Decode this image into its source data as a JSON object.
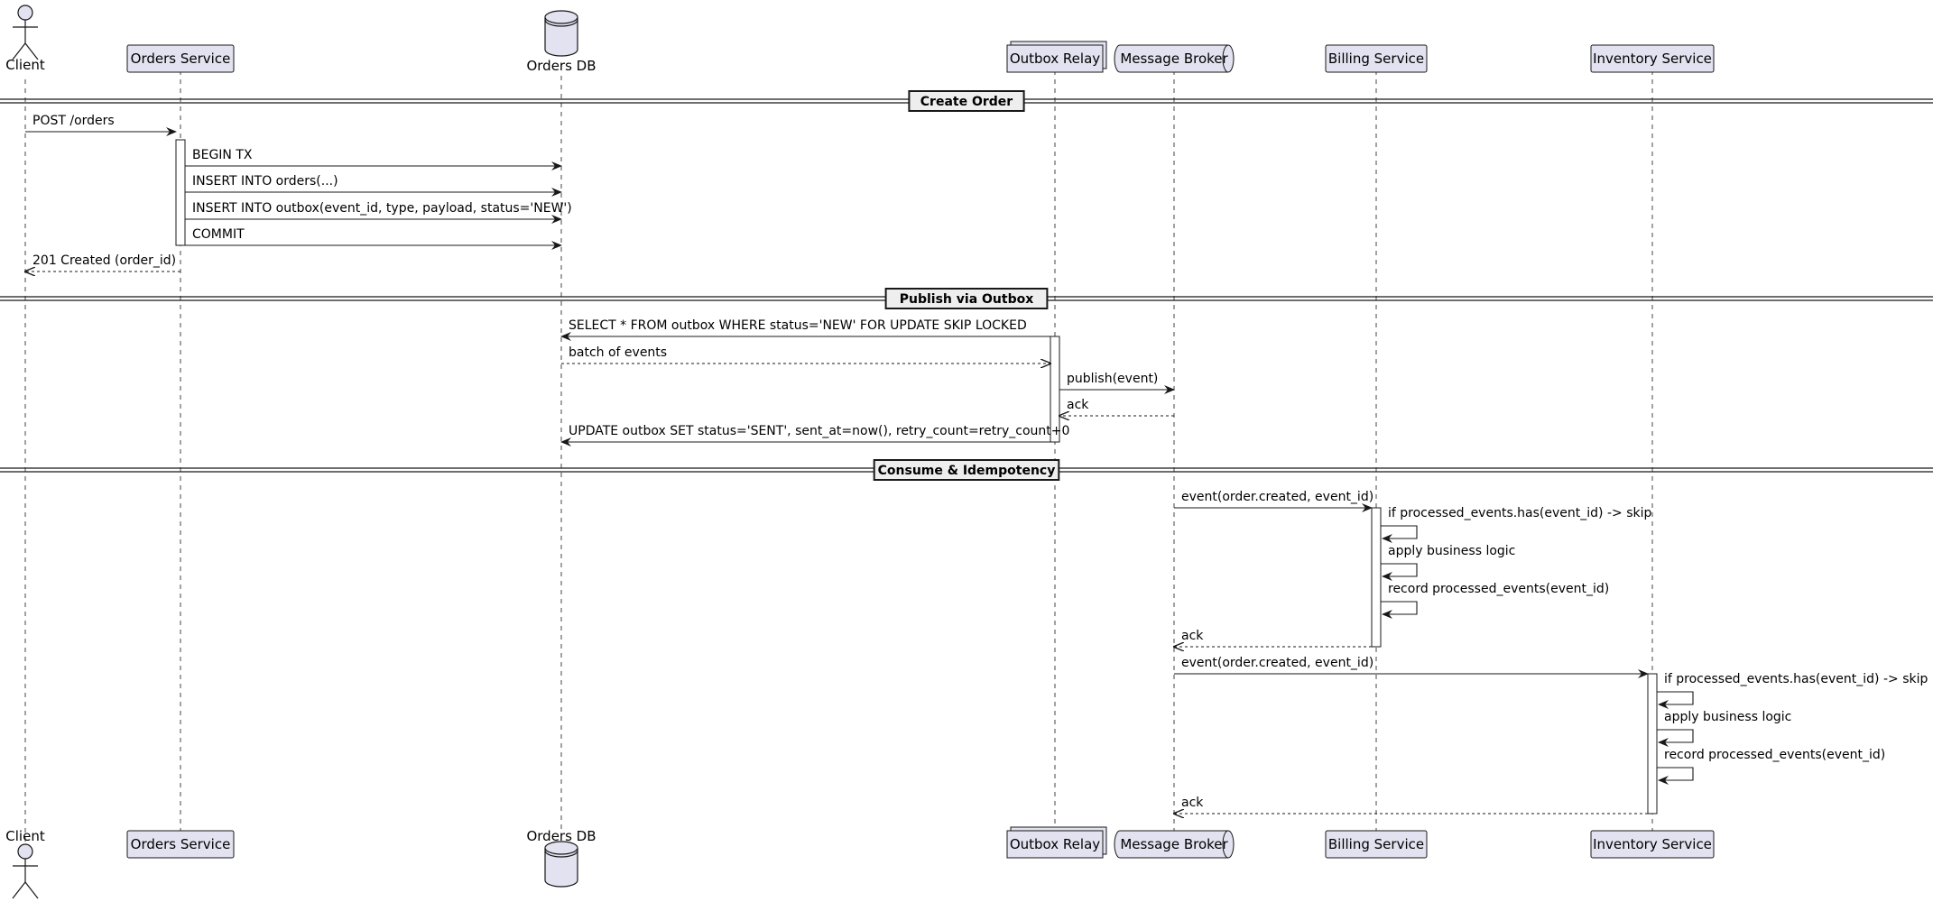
{
  "participants": [
    {
      "id": "client",
      "label": "Client",
      "kind": "actor"
    },
    {
      "id": "orders",
      "label": "Orders Service",
      "kind": "participant"
    },
    {
      "id": "db",
      "label": "Orders DB",
      "kind": "database"
    },
    {
      "id": "relay",
      "label": "Outbox Relay",
      "kind": "collections"
    },
    {
      "id": "broker",
      "label": "Message Broker",
      "kind": "queue"
    },
    {
      "id": "billing",
      "label": "Billing Service",
      "kind": "participant"
    },
    {
      "id": "inventory",
      "label": "Inventory Service",
      "kind": "participant"
    }
  ],
  "sections": [
    {
      "label": "Create Order"
    },
    {
      "label": "Publish via Outbox"
    },
    {
      "label": "Consume & Idempotency"
    }
  ],
  "messages": [
    {
      "from": "client",
      "to": "orders",
      "label": "POST /orders",
      "dashed": false
    },
    {
      "from": "orders",
      "to": "db",
      "label": "BEGIN TX",
      "dashed": false
    },
    {
      "from": "orders",
      "to": "db",
      "label": "INSERT INTO orders(...)",
      "dashed": false
    },
    {
      "from": "orders",
      "to": "db",
      "label": "INSERT INTO outbox(event_id, type, payload, status='NEW')",
      "dashed": false
    },
    {
      "from": "orders",
      "to": "db",
      "label": "COMMIT",
      "dashed": false
    },
    {
      "from": "orders",
      "to": "client",
      "label": "201 Created (order_id)",
      "dashed": true
    },
    {
      "from": "relay",
      "to": "db",
      "label": "SELECT * FROM outbox WHERE status='NEW' FOR UPDATE SKIP LOCKED",
      "dashed": false
    },
    {
      "from": "db",
      "to": "relay",
      "label": "batch of events",
      "dashed": true
    },
    {
      "from": "relay",
      "to": "broker",
      "label": "publish(event)",
      "dashed": false
    },
    {
      "from": "broker",
      "to": "relay",
      "label": "ack",
      "dashed": true
    },
    {
      "from": "relay",
      "to": "db",
      "label": "UPDATE outbox SET status='SENT', sent_at=now(), retry_count=retry_count+0",
      "dashed": false
    },
    {
      "from": "broker",
      "to": "billing",
      "label": "event(order.created, event_id)",
      "dashed": false
    },
    {
      "from": "billing",
      "to": "billing",
      "label": "if processed_events.has(event_id) -> skip",
      "dashed": false
    },
    {
      "from": "billing",
      "to": "billing",
      "label": "apply business logic",
      "dashed": false
    },
    {
      "from": "billing",
      "to": "billing",
      "label": "record processed_events(event_id)",
      "dashed": false
    },
    {
      "from": "billing",
      "to": "broker",
      "label": "ack",
      "dashed": true
    },
    {
      "from": "broker",
      "to": "inventory",
      "label": "event(order.created, event_id)",
      "dashed": false
    },
    {
      "from": "inventory",
      "to": "inventory",
      "label": "if processed_events.has(event_id) -> skip",
      "dashed": false
    },
    {
      "from": "inventory",
      "to": "inventory",
      "label": "apply business logic",
      "dashed": false
    },
    {
      "from": "inventory",
      "to": "inventory",
      "label": "record processed_events(event_id)",
      "dashed": false
    },
    {
      "from": "inventory",
      "to": "broker",
      "label": "ack",
      "dashed": true
    }
  ],
  "activations": [
    {
      "participant": "orders"
    },
    {
      "participant": "relay"
    },
    {
      "participant": "billing"
    },
    {
      "participant": "inventory"
    }
  ],
  "colors": {
    "participant_fill": "#e2e2f0",
    "participant_stroke": "#181818",
    "lifeline": "#181818",
    "section_fill": "#eeeeee"
  }
}
